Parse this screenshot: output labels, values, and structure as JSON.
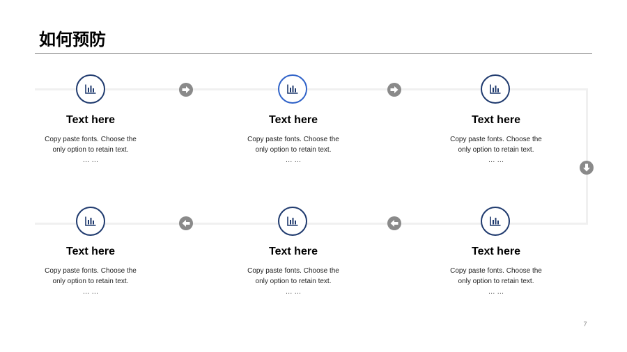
{
  "slide": {
    "title": "如何预防",
    "page_number": "7"
  },
  "colors": {
    "circle_border": "#1f3a6e",
    "circle_border_active": "#2f62c8",
    "icon": "#1f3a6e",
    "arrow_bg": "#8a8a8a",
    "track": "#f0f0f0",
    "rule": "#7f7f7f"
  },
  "steps": [
    {
      "icon": "bar-chart-icon",
      "title": "Text here",
      "desc_line1": "Copy paste fonts. Choose the",
      "desc_line2": "only option to retain text.",
      "desc_line3": "… …"
    },
    {
      "icon": "bar-chart-icon",
      "title": "Text here",
      "desc_line1": "Copy paste fonts. Choose the",
      "desc_line2": "only option to retain text.",
      "desc_line3": "… …"
    },
    {
      "icon": "bar-chart-icon",
      "title": "Text here",
      "desc_line1": "Copy paste fonts. Choose the",
      "desc_line2": "only option to retain text.",
      "desc_line3": "… …"
    },
    {
      "icon": "bar-chart-icon",
      "title": "Text here",
      "desc_line1": "Copy paste fonts. Choose the",
      "desc_line2": "only option to retain text.",
      "desc_line3": "… …"
    },
    {
      "icon": "bar-chart-icon",
      "title": "Text here",
      "desc_line1": "Copy paste fonts. Choose the",
      "desc_line2": "only option to retain text.",
      "desc_line3": "… …"
    },
    {
      "icon": "bar-chart-icon",
      "title": "Text here",
      "desc_line1": "Copy paste fonts. Choose the",
      "desc_line2": "only option to retain text.",
      "desc_line3": "… …"
    }
  ],
  "arrows": [
    "arrow-right-icon",
    "arrow-right-icon",
    "arrow-down-icon",
    "arrow-left-icon",
    "arrow-left-icon"
  ]
}
